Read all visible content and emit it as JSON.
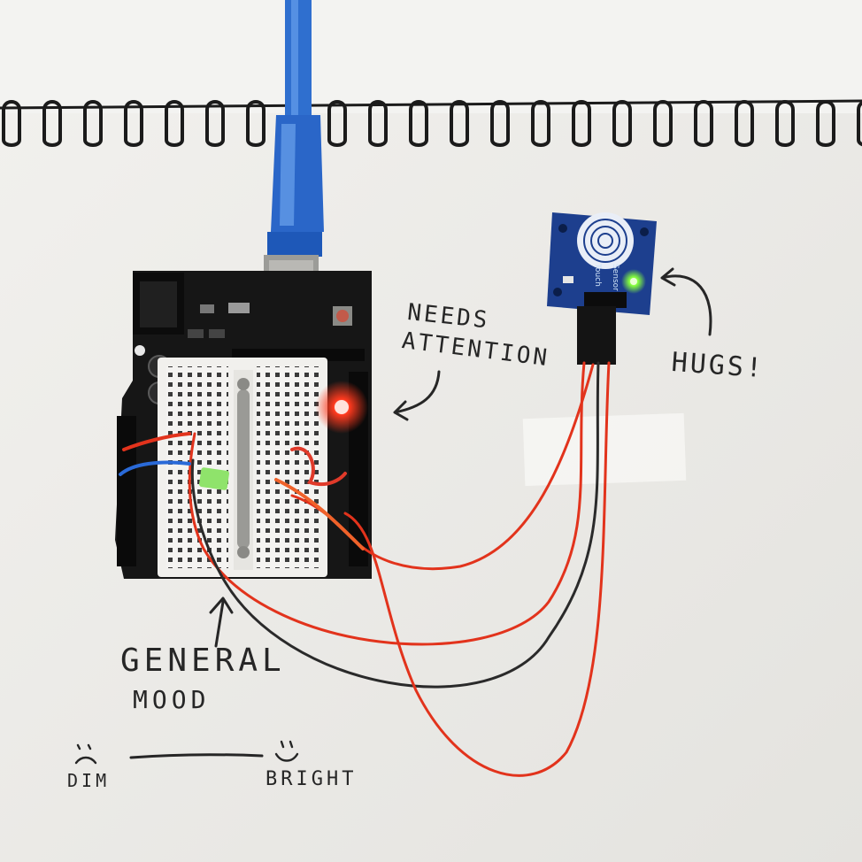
{
  "annotations": {
    "needs_line1": "NEEDS",
    "needs_line2": "ATTENTION",
    "hugs": "HUGS!",
    "general_line1": "GENERAL",
    "general_line2": "MOOD",
    "scale_low": "DIM",
    "scale_high": "BRIGHT"
  },
  "sensor_board": {
    "line1": "Touch",
    "line2": "Sensor"
  },
  "colors": {
    "paper": "#ecebe8",
    "arduino_board": "#161616",
    "breadboard": "#f4f3f1",
    "usb_cable": "#2f6fcf",
    "sensor_board": "#1d3f8e",
    "wire_red": "#e2331c",
    "wire_black": "#2a2a2a",
    "wire_blue": "#2a6ad8",
    "wire_orange": "#f0622a",
    "led_red": "#ff2a1a",
    "led_green": "#7dff3a"
  }
}
